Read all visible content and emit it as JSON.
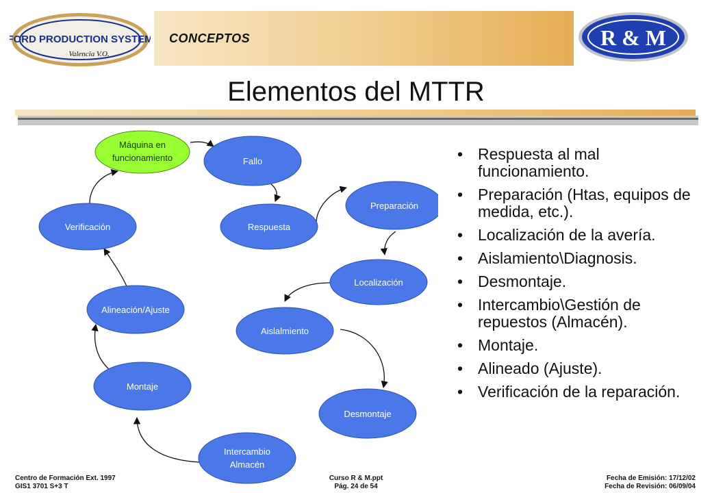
{
  "header": {
    "ford_logo_line1": "FORD PRODUCTION SYSTEM",
    "ford_logo_line2": "Valencia V.O.",
    "section": "CONCEPTOS",
    "rm_logo": "R & M"
  },
  "title": "Elementos del MTTR",
  "diagram": {
    "nodes": {
      "maquina": [
        "Máquina en",
        "funcionamiento"
      ],
      "fallo": "Fallo",
      "respuesta": "Respuesta",
      "preparacion": "Preparación",
      "localizacion": "Localización",
      "aislamiento": "Aislalmiento",
      "desmontaje": "Desmontaje",
      "intercambio": [
        "Intercambio",
        "Almacén"
      ],
      "montaje": "Montaje",
      "alineacion": "Alineación/Ajuste",
      "verificacion": "Verificación"
    }
  },
  "bullets": [
    "Respuesta al mal funcionamiento.",
    "Preparación (Htas, equipos de medida, etc.).",
    "Localización de la avería.",
    "Aislamiento\\Diagnosis.",
    "Desmontaje.",
    "Intercambio\\Gestión de repuestos (Almacén).",
    "Montaje.",
    "Alineado (Ajuste).",
    "Verificación de la reparación."
  ],
  "footer": {
    "left_line1": "Centro de Formación  Ext. 1997",
    "left_line2": "GIS1  3701  S+3  T",
    "center_line1": "Curso R & M.ppt",
    "center_line2": "Pág. 24 de 54",
    "right_line1": "Fecha de Emisión:  17/12/02",
    "right_line2": "Fecha de Revisión: 06/09/04"
  },
  "colors": {
    "node_blue": "#4a78e8",
    "node_green": "#99ff33",
    "band": "#f0cc8a"
  }
}
